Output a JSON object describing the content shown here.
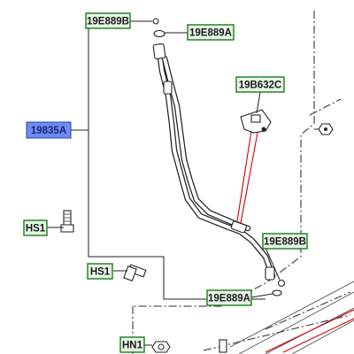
{
  "diagram": {
    "callouts": {
      "main_pipe": "19835A",
      "o_ring_top_left": "19E889B",
      "o_ring_top_right": "19E889A",
      "bracket": "19B632C",
      "o_ring_bottom_right": "19E889B",
      "o_ring_bottom": "19E889A",
      "bolt_hs1_upper": "HS1",
      "bolt_hs1_lower": "HS1",
      "nut_hn1": "HN1"
    },
    "colors": {
      "callout_fill": "#e6f5e6",
      "callout_border": "#1a7a1a",
      "highlight_fill": "#6e8cf0",
      "red_leader": "#d40000"
    }
  }
}
